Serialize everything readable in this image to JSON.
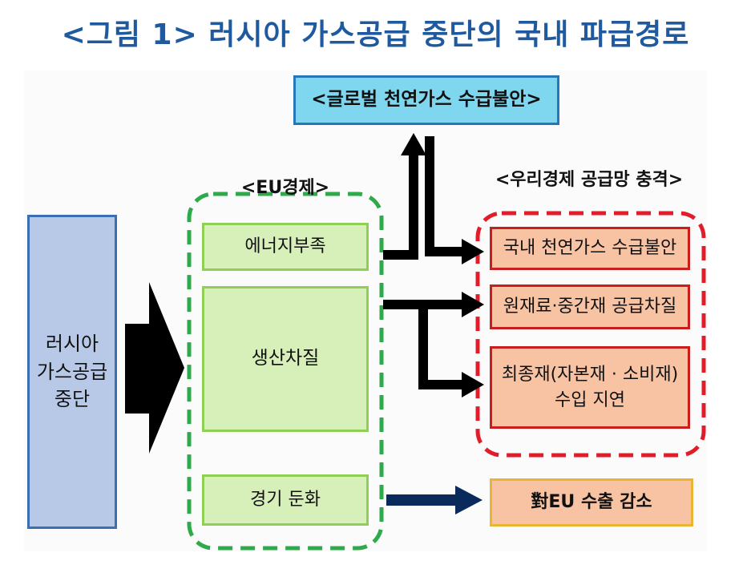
{
  "title": "<그림 1> 러시아 가스공급 중단의  국내 파급경로",
  "source_box": {
    "line1": "러시아",
    "line2": "가스공급",
    "line3": "중단"
  },
  "global_box": {
    "label": "<글로벌 천연가스 수급불안>"
  },
  "eu_group": {
    "label": "<EU경제>",
    "items": [
      "에너지부족",
      "생산차질",
      "경기 둔화"
    ]
  },
  "korea_group": {
    "label": "<우리경제 공급망 충격>",
    "items": [
      "국내 천연가스 수급불안",
      "원재료·중간재 공급차질"
    ],
    "final_line1": "최종재(자본재 · 소비재)",
    "final_line2": "수입 지연"
  },
  "export_box": {
    "label": "對EU 수출 감소"
  },
  "colors": {
    "title": "#1f5a9f",
    "russia_fill": "#b8c9e8",
    "global_fill": "#7fd6ef",
    "eu_fill": "#d7efb9",
    "eu_border": "#8fcf56",
    "eu_dashed": "#2eaa4a",
    "korea_fill": "#f7c3a3",
    "korea_border": "#c81e1e",
    "export_border": "#e9b533",
    "navy_arrow": "#0b2a5c"
  }
}
